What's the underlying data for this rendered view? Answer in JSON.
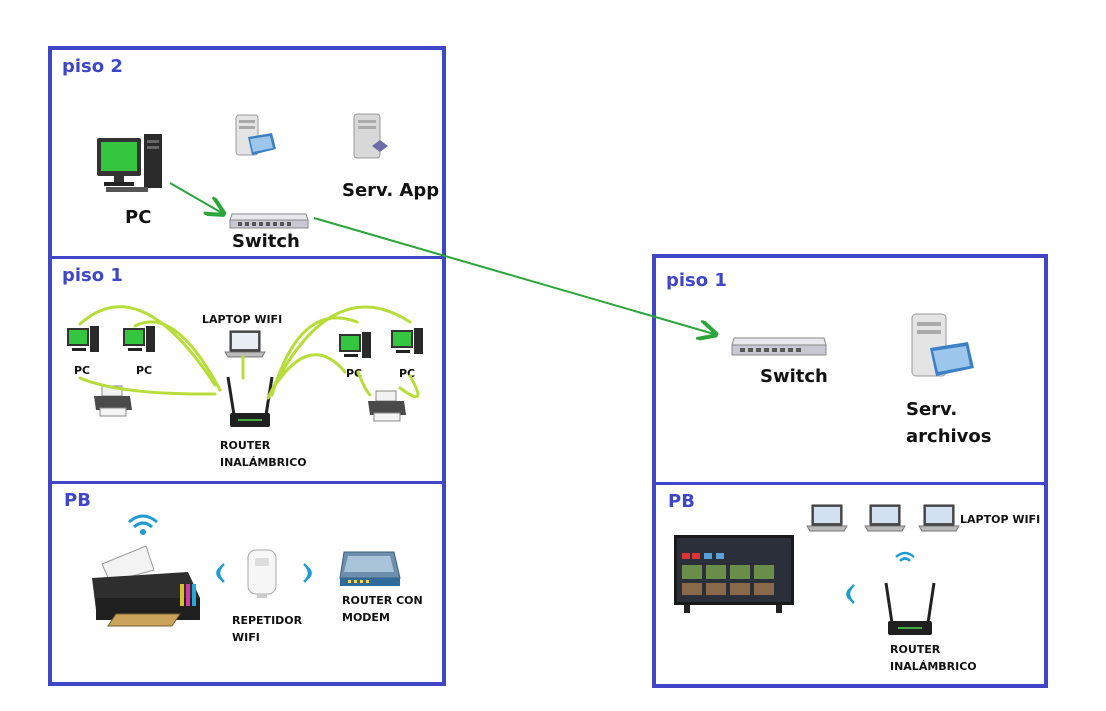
{
  "colors": {
    "border": "#3f47c8",
    "link": "#2aa53a",
    "wireless_link": "#b6dd38",
    "wifi": "#1e9ad6"
  },
  "left_building": {
    "floor2": {
      "title": "piso 2",
      "pc_label": "PC",
      "switch_label": "Switch",
      "server_label": "Serv. App"
    },
    "floor1": {
      "title": "piso 1",
      "laptop_label": "LAPTOP WIFI",
      "pc_labels": [
        "PC",
        "PC",
        "PC",
        "PC"
      ],
      "router_label_1": "ROUTER",
      "router_label_2": "INALÁMBRICO"
    },
    "ground": {
      "title": "PB",
      "repeater_label_1": "REPETIDOR",
      "repeater_label_2": "WIFI",
      "modem_label_1": "ROUTER CON",
      "modem_label_2": "MODEM"
    }
  },
  "right_building": {
    "floor1": {
      "title": "piso 1",
      "switch_label": "Switch",
      "server_label_1": "Serv.",
      "server_label_2": "archivos"
    },
    "ground": {
      "title": "PB",
      "laptop_label": "LAPTOP WIFI",
      "router_label_1": "ROUTER",
      "router_label_2": "INALÁMBRICO"
    }
  },
  "icons": [
    "desktop-pc-icon",
    "file-server-icon",
    "app-server-icon",
    "network-switch-icon",
    "laptop-icon",
    "printer-icon",
    "wireless-router-icon",
    "wifi-signal-icon",
    "wifi-repeater-icon",
    "modem-router-icon",
    "smart-tv-icon"
  ]
}
